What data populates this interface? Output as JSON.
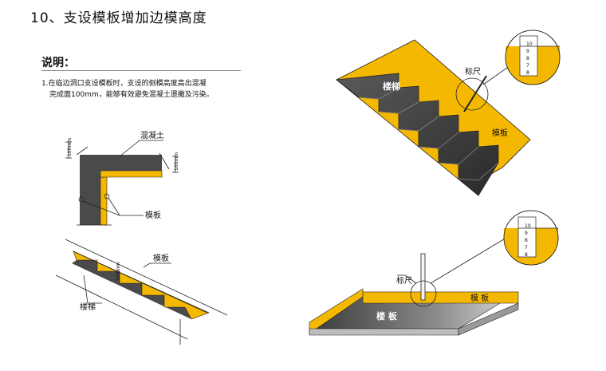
{
  "title": "10、支设模板增加边模高度",
  "description": {
    "heading": "说明：",
    "note_line1": "1.在临边洞口支设模板时，支设的侧模高度高出混凝",
    "note_line2": "完成面100mm，能够有效避免混凝土遗撒及污染。"
  },
  "figures": {
    "section_detail": {
      "concrete_label": "混凝土",
      "formwork_label": "模板",
      "dim_left": "100mm",
      "dim_right": "100mm"
    },
    "stair_section": {
      "formwork_label": "模板",
      "stair_label": "楼梯",
      "dim": "100mm"
    },
    "stair_3d": {
      "stair_label": "楼梯",
      "formwork_label": "模板",
      "ruler_label": "标尺",
      "ruler_ticks": [
        "10",
        "9",
        "8",
        "7",
        "8"
      ]
    },
    "slab_3d": {
      "slab_label": "楼 板",
      "formwork_label": "模 板",
      "ruler_label": "标尺",
      "ruler_ticks": [
        "10",
        "9",
        "8",
        "7",
        "8"
      ]
    }
  },
  "colors": {
    "formwork": "#f5b800",
    "concrete": "#4a4a4a",
    "slab_face": "#6a6a6a"
  }
}
